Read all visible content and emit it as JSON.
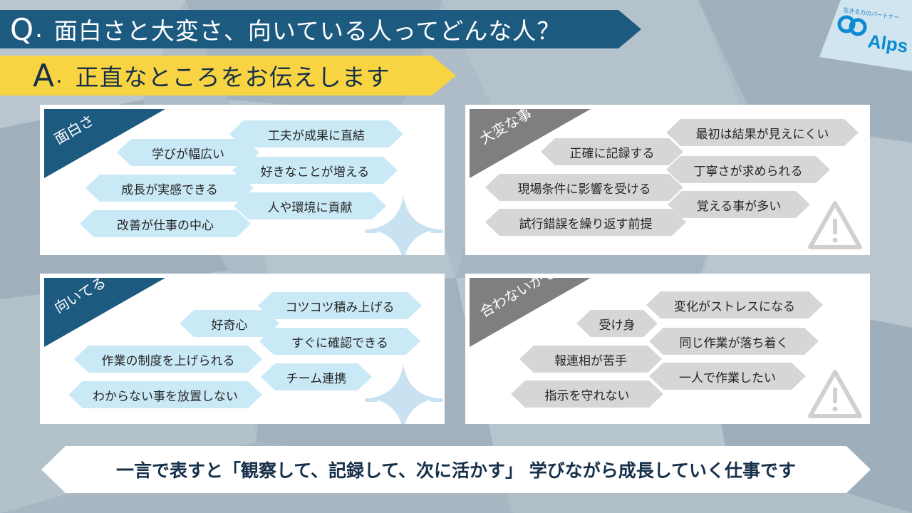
{
  "question": {
    "letter": "Q",
    "dot": ".",
    "text": "面白さと大変さ、向いている人ってどんな人？"
  },
  "answer": {
    "letter": "A",
    "dot": ".",
    "text": "正直なところをお伝えします"
  },
  "logo": {
    "tagline": "生きる力のパートナー",
    "name": "Alps"
  },
  "panels": {
    "fun": {
      "label": "面白さ",
      "tags": [
        "工夫が成果に直結",
        "学びが幅広い",
        "好きなことが増える",
        "成長が実感できる",
        "人や環境に貢献",
        "改善が仕事の中心"
      ]
    },
    "hard": {
      "label": "大変な事",
      "tags": [
        "最初は結果が見えにくい",
        "正確に記録する",
        "丁寧さが求められる",
        "現場条件に影響を受ける",
        "覚える事が多い",
        "試行錯誤を繰り返す前提"
      ]
    },
    "suited": {
      "label": "向いてる",
      "tags": [
        "コツコツ積み上げる",
        "好奇心",
        "すぐに確認できる",
        "作業の制度を上げられる",
        "チーム連携",
        "わからない事を放置しない"
      ]
    },
    "unfit": {
      "label": "合わないかも",
      "tags": [
        "変化がストレスになる",
        "受け身",
        "同じ作業が落ち着く",
        "報連相が苦手",
        "一人で作業したい",
        "指示を守れない"
      ]
    }
  },
  "summary": "一言で表すと「観察して、記録して、次に活かす」 学びながら成長していく仕事です",
  "colors": {
    "navy": "#1d5a80",
    "yellow": "#f8d442",
    "light_blue": "#c9e9f7",
    "gray_tag": "#d6d6d6",
    "gray_corner": "#7f7f7f"
  },
  "icons": {
    "fun": "sparkle-icon",
    "suited": "sparkle-icon",
    "hard": "warning-icon",
    "unfit": "warning-icon"
  }
}
